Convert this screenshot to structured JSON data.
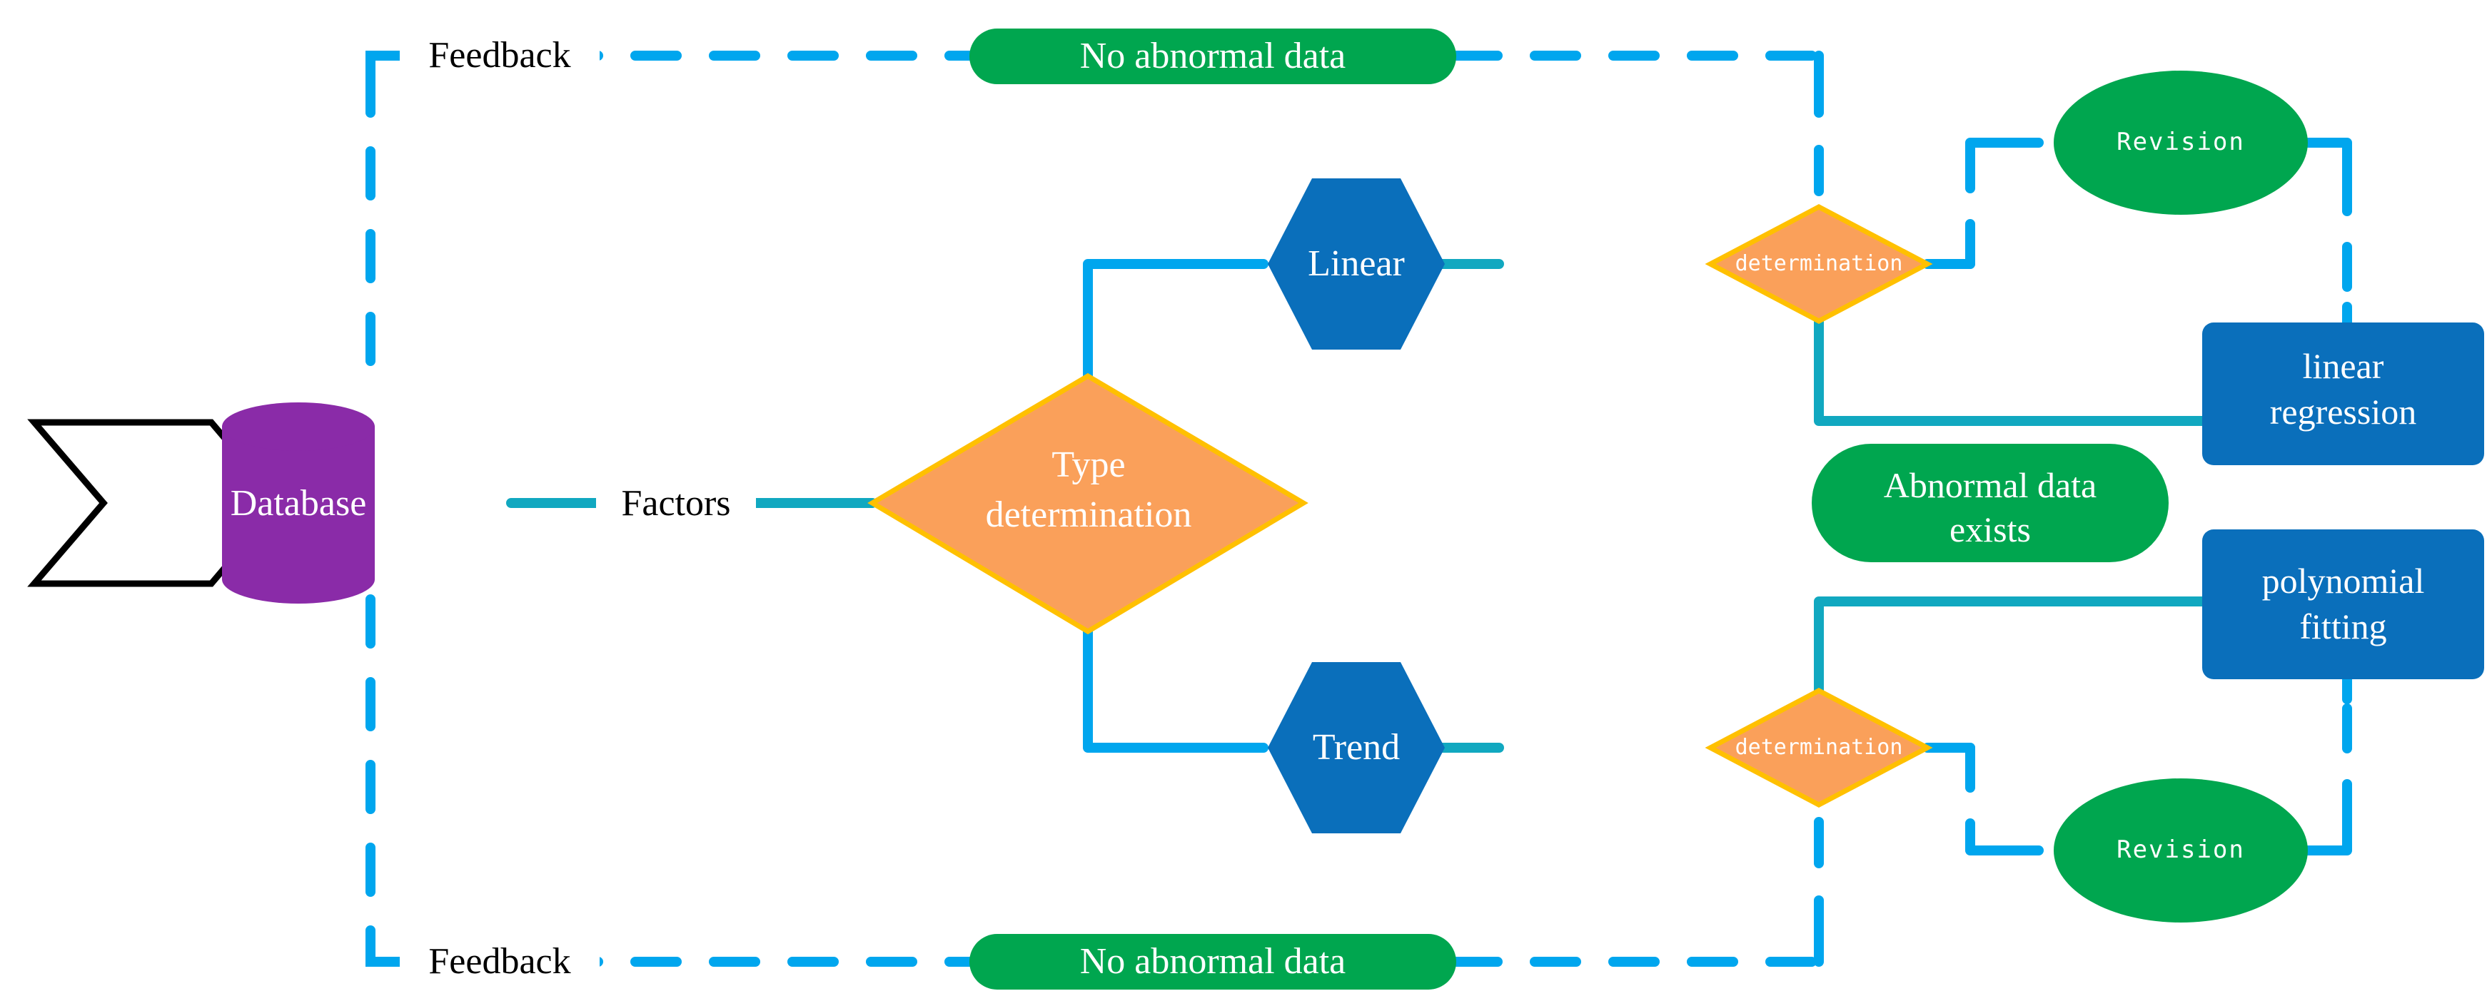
{
  "diagram": {
    "title": "Data analysis flowchart",
    "background": "#ffffff",
    "palette": {
      "connector_blue": "#00A6EE",
      "connector_teal": "#11A8C0",
      "database_purple": "#8A2BA8",
      "hexagon_blue": "#0A6FBB",
      "rect_blue": "#0A6FBB",
      "diamond_orange": "#FAA05A",
      "diamond_border": "#FFC000",
      "pill_green": "#00A64F",
      "ellipse_green": "#00A64F",
      "text_white": "#ffffff",
      "text_black": "#000000"
    }
  },
  "nodes": {
    "input_arrow": {
      "label": "",
      "shape": "chevron-arrow"
    },
    "database": {
      "label": "Database",
      "shape": "cylinder"
    },
    "factors_edge_label": {
      "label": "Factors"
    },
    "type_determination": {
      "label_line1": "Type",
      "label_line2": "determination",
      "shape": "diamond"
    },
    "linear": {
      "label": "Linear",
      "shape": "hexagon"
    },
    "trend": {
      "label": "Trend",
      "shape": "hexagon"
    },
    "determination_top": {
      "label": "determination",
      "shape": "diamond"
    },
    "determination_bottom": {
      "label": "determination",
      "shape": "diamond"
    },
    "revision_top": {
      "label": "Revision",
      "shape": "ellipse"
    },
    "revision_bottom": {
      "label": "Revision",
      "shape": "ellipse"
    },
    "linear_regression": {
      "label_line1": "linear",
      "label_line2": "regression",
      "shape": "rounded-rect"
    },
    "polynomial_fitting": {
      "label_line1": "polynomial",
      "label_line2": "fitting",
      "shape": "rounded-rect"
    },
    "abnormal_data_exists": {
      "label_line1": "Abnormal data",
      "label_line2": "exists",
      "shape": "pill"
    },
    "no_abnormal_data_top": {
      "label": "No abnormal data",
      "shape": "pill"
    },
    "no_abnormal_data_bottom": {
      "label": "No abnormal data",
      "shape": "pill"
    },
    "feedback_top": {
      "label": "Feedback"
    },
    "feedback_bottom": {
      "label": "Feedback"
    }
  }
}
